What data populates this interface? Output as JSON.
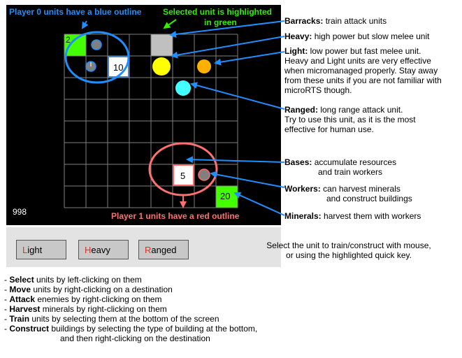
{
  "game": {
    "player0_note": "Player 0 units have a blue outline",
    "selected_note": "Selected unit is highlighted in green",
    "selected_note_l1": "Selected unit is highlighted",
    "selected_note_l2": "in green",
    "player1_note": "Player 1 units have a red outline",
    "timer": "998",
    "mineral_top_label": "2",
    "base_top_label": "10",
    "base_bottom_label": "5",
    "mineral_bottom_label": "20",
    "colors": {
      "board_bg": "#000000",
      "grid_line": "#7f7f7f",
      "mineral": "#44ff00",
      "heavy": "#ffff00",
      "light": "#ffb000",
      "ranged": "#44ffff",
      "worker": "#808080",
      "barracks": "#c0c0c0",
      "player0": "#1f8fff",
      "player1": "#ff6a6a",
      "green_note": "#33ee00"
    }
  },
  "annotations": {
    "barracks": {
      "term": "Barracks:",
      "desc": "train attack units"
    },
    "heavy": {
      "term": "Heavy:",
      "desc": "high power but slow melee unit"
    },
    "light": {
      "term": "Light:",
      "desc": "low power but fast melee unit.",
      "line2": "Heavy and Light units are very effective",
      "line3": "when micromanaged properly. Stay away",
      "line4": "from these units if you are not familiar with",
      "line5": "microRTS though."
    },
    "ranged": {
      "term": "Ranged:",
      "desc": "long range attack unit.",
      "line2": "Try to use this unit, as it is the most",
      "line3": "effective for human use."
    },
    "bases": {
      "term": "Bases:",
      "desc": "accumulate resources",
      "line2": "and train workers"
    },
    "workers": {
      "term": "Workers:",
      "desc": "can harvest minerals",
      "line2": "and construct buildings"
    },
    "minerals": {
      "term": "Minerals:",
      "desc": "harvest them with workers"
    }
  },
  "train_panel": {
    "buttons": [
      {
        "key": "L",
        "rest": "ight"
      },
      {
        "key": "H",
        "rest": "eavy"
      },
      {
        "key": "R",
        "rest": "anged"
      }
    ],
    "note_l1": "Select the unit to train/construct with mouse,",
    "note_l2": "or using the highlighted quick key."
  },
  "instructions": [
    {
      "verb": "Select",
      "rest": " units by left-clicking on them"
    },
    {
      "verb": "Move",
      "rest": " units by right-clicking on a destination"
    },
    {
      "verb": "Attack",
      "rest": " enemies by right-clicking on them"
    },
    {
      "verb": "Harvest",
      "rest": " minerals by right-clicking on them"
    },
    {
      "verb": "Train",
      "rest": " units by selecting them at the bottom of the screen"
    },
    {
      "verb": "Construct",
      "rest": " buildings by selecting the type of building at the bottom,"
    },
    {
      "verb": "",
      "rest": "and then right-clicking on the destination"
    }
  ],
  "bullet": "- "
}
